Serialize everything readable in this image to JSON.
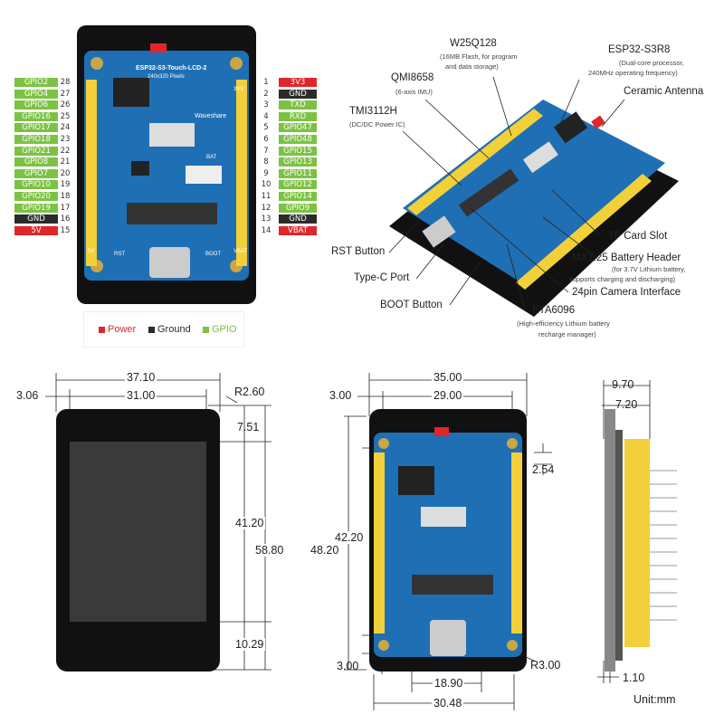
{
  "left_pins": [
    {
      "label": "GPIO2",
      "num": "28",
      "type": "gpio"
    },
    {
      "label": "GPIO4",
      "num": "27",
      "type": "gpio"
    },
    {
      "label": "GPIO6",
      "num": "26",
      "type": "gpio"
    },
    {
      "label": "GPIO16",
      "num": "25",
      "type": "gpio"
    },
    {
      "label": "GPIO17",
      "num": "24",
      "type": "gpio"
    },
    {
      "label": "GPIO18",
      "num": "23",
      "type": "gpio"
    },
    {
      "label": "GPIO21",
      "num": "22",
      "type": "gpio"
    },
    {
      "label": "GPIO8",
      "num": "21",
      "type": "gpio"
    },
    {
      "label": "GPIO7",
      "num": "20",
      "type": "gpio"
    },
    {
      "label": "GPIO10",
      "num": "19",
      "type": "gpio"
    },
    {
      "label": "GPIO20",
      "num": "18",
      "type": "gpio"
    },
    {
      "label": "GPIO19",
      "num": "17",
      "type": "gpio"
    },
    {
      "label": "GND",
      "num": "16",
      "type": "ground"
    },
    {
      "label": "5V",
      "num": "15",
      "type": "power"
    }
  ],
  "right_pins": [
    {
      "label": "3V3",
      "num": "1",
      "type": "power"
    },
    {
      "label": "GND",
      "num": "2",
      "type": "ground"
    },
    {
      "label": "TXD",
      "num": "3",
      "type": "gpio"
    },
    {
      "label": "RXD",
      "num": "4",
      "type": "gpio"
    },
    {
      "label": "GPIO47",
      "num": "5",
      "type": "gpio"
    },
    {
      "label": "GPIO48",
      "num": "6",
      "type": "gpio"
    },
    {
      "label": "GPIO15",
      "num": "7",
      "type": "gpio"
    },
    {
      "label": "GPIO13",
      "num": "8",
      "type": "gpio"
    },
    {
      "label": "GPIO11",
      "num": "9",
      "type": "gpio"
    },
    {
      "label": "GPIO12",
      "num": "10",
      "type": "gpio"
    },
    {
      "label": "GPIO14",
      "num": "11",
      "type": "gpio"
    },
    {
      "label": "GPIO9",
      "num": "12",
      "type": "gpio"
    },
    {
      "label": "GND",
      "num": "13",
      "type": "ground"
    },
    {
      "label": "VBAT",
      "num": "14",
      "type": "power"
    }
  ],
  "colors": {
    "power": "#e0262b",
    "ground": "#2b2b2b",
    "gpio": "#7cc242",
    "board": "#1f6fb5",
    "header": "#f2d03a",
    "bezel": "#111111",
    "screen": "#3a3a3a"
  },
  "legend": {
    "power": "Power",
    "ground": "Ground",
    "gpio": "GPIO"
  },
  "board": {
    "name": "ESP32-S3-Touch-LCD-2",
    "pixels": "240x320 Pixels",
    "brand": "Waveshare",
    "bat": "BAT",
    "boot": "BOOT",
    "rst": "RST",
    "v5": "5V",
    "vbat": "VBAT",
    "v3": "3V3"
  },
  "callouts": {
    "w25q128": {
      "title": "W25Q128",
      "sub1": "(16MB Flash, for program",
      "sub2": "and data storage)"
    },
    "esp32": {
      "title": "ESP32-S3R8",
      "sub1": "(Dual-core processor,",
      "sub2": "240MHz operating frequency)"
    },
    "qmi8658": {
      "title": "QMI8658",
      "sub1": "(6-axis IMU)"
    },
    "antenna": {
      "title": "Ceramic Antenna"
    },
    "tmi3112h": {
      "title": "TMI3112H",
      "sub1": "(DC/DC Power IC)"
    },
    "tf": {
      "title": "TF Card Slot"
    },
    "rst": {
      "title": "RST Button"
    },
    "mx125": {
      "title": "MX1.25 Battery Header",
      "sub1": "(for 3.7V Lithium battery,",
      "sub2": "supports charging and discharging)"
    },
    "typec": {
      "title": "Type-C Port"
    },
    "camera": {
      "title": "24pin Camera Interface"
    },
    "boot": {
      "title": "BOOT Button"
    },
    "eta6096": {
      "title": "ETA6096",
      "sub1": "(High-efficiency Lithium battery",
      "sub2": "recharge manager)"
    }
  },
  "dimensions": {
    "d3710": "37.10",
    "d3100": "31.00",
    "d306": "3.06",
    "dr260": "R2.60",
    "d751": "7.51",
    "d4120": "41.20",
    "d5880": "58.80",
    "d1029": "10.29",
    "d3500": "35.00",
    "d2900": "29.00",
    "d300a": "3.00",
    "d254": "2.54",
    "d4220": "42.20",
    "d4820": "48.20",
    "d300b": "3.00",
    "dr300": "R3.00",
    "d1890": "18.90",
    "d3048": "30.48",
    "d970": "9.70",
    "d720": "7.20",
    "d110": "1.10",
    "unit": "Unit:mm"
  }
}
